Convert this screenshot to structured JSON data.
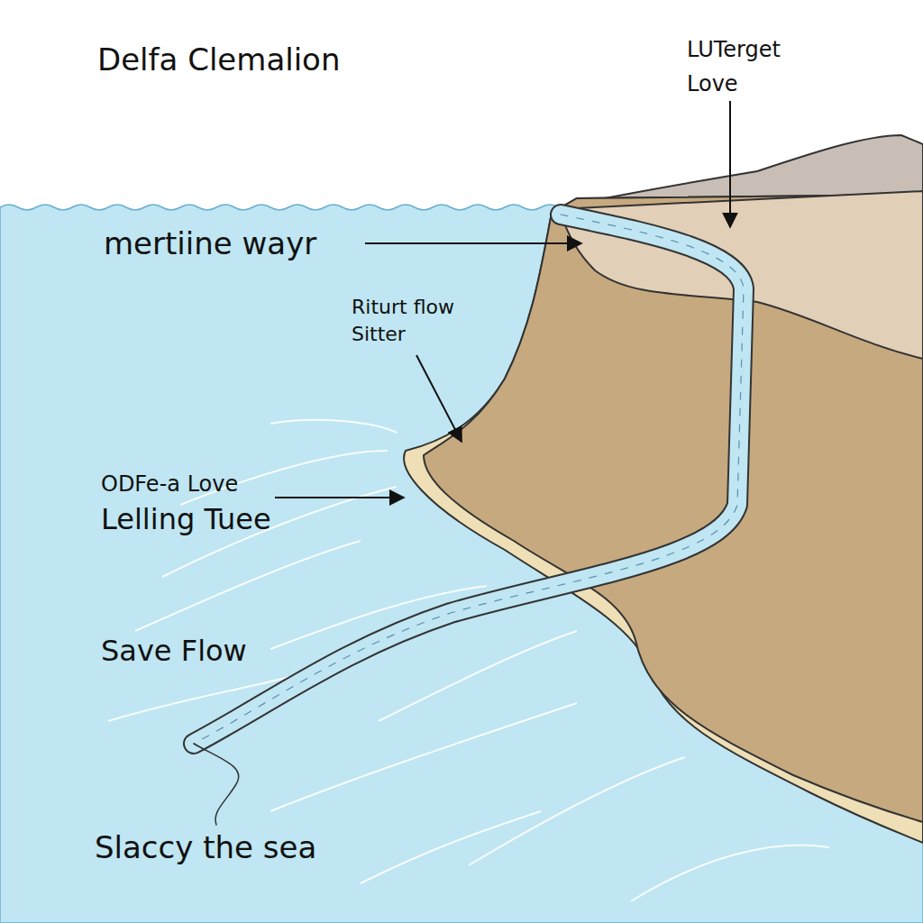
{
  "diagram": {
    "title": "Delfa Clemalion",
    "labels": [
      "LUTerget Love",
      "mertiine wayr",
      "Riturt flow Sitter",
      "ODFe-a Love",
      "Lelling Tuee",
      "Save Flow",
      "Slaccy the sea"
    ]
  }
}
